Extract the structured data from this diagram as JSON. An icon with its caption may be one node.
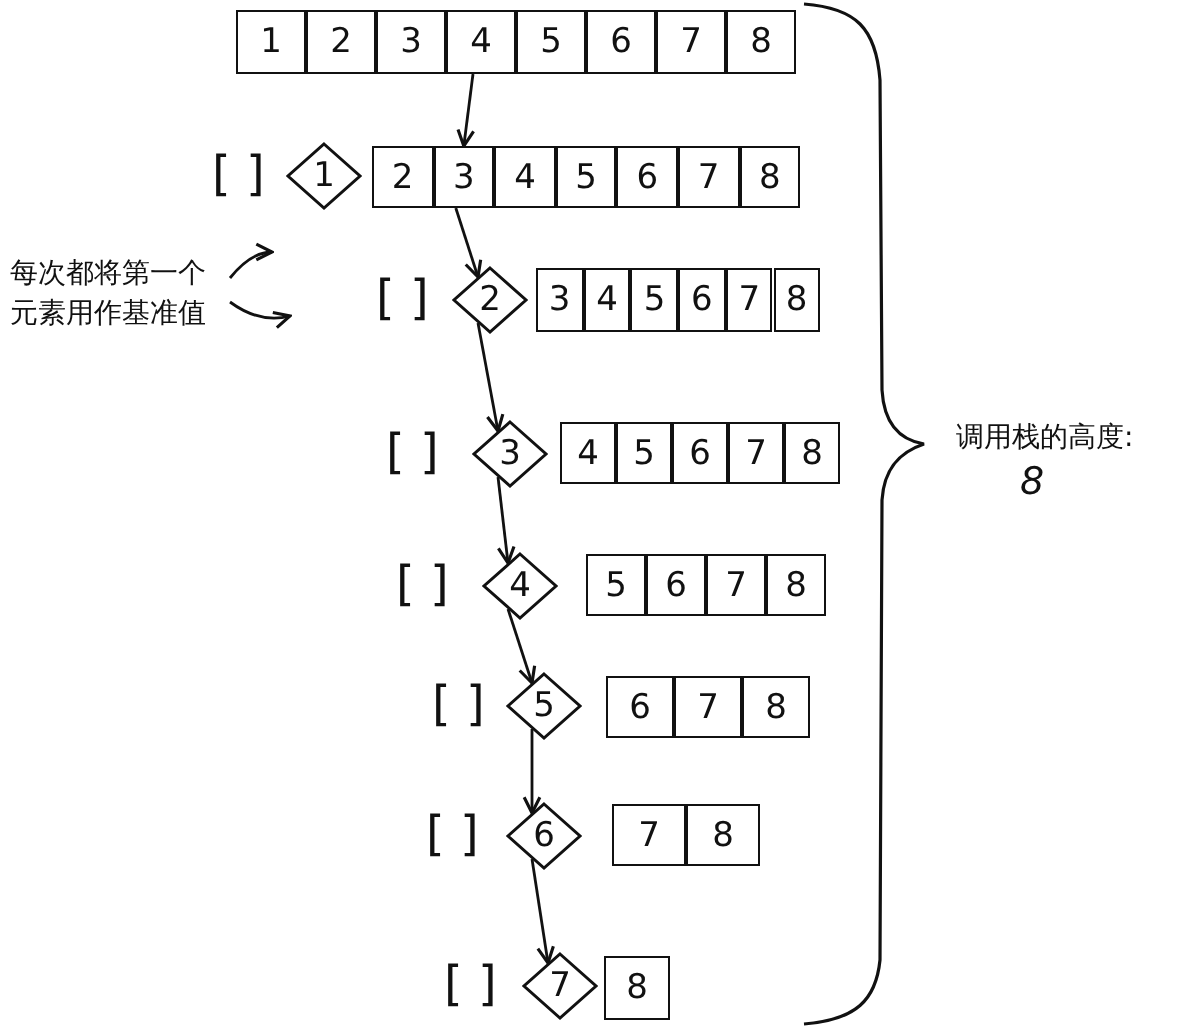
{
  "diagram": {
    "nodes": [
      {
        "text": [
          "1"
        ]
      },
      {
        "text": [
          "2"
        ]
      },
      {
        "text": [
          "3"
        ]
      },
      {
        "text": [
          "4"
        ]
      },
      {
        "text": [
          "5"
        ]
      },
      {
        "text": [
          "6"
        ]
      },
      {
        "text": [
          "7"
        ]
      },
      {
        "text": [
          "8"
        ]
      },
      {
        "text": [
          "1"
        ]
      },
      {
        "text": [
          "2"
        ]
      },
      {
        "text": [
          "3"
        ]
      },
      {
        "text": [
          "4"
        ]
      },
      {
        "text": [
          "5"
        ]
      },
      {
        "text": [
          "6"
        ]
      },
      {
        "text": [
          "7"
        ]
      },
      {
        "text": [
          "8"
        ]
      },
      {
        "text": [
          "每次都将第一个元素用作基准值"
        ]
      },
      {
        "text": [
          "2"
        ]
      },
      {
        "text": [
          "3"
        ]
      },
      {
        "text": [
          "4"
        ]
      },
      {
        "text": [
          "5"
        ]
      },
      {
        "text": [
          "6"
        ]
      },
      {
        "text": [
          "7"
        ]
      },
      {
        "text": [
          "8"
        ]
      },
      {
        "text": [
          "3"
        ]
      },
      {
        "text": [
          "4"
        ]
      },
      {
        "text": [
          "5"
        ]
      },
      {
        "text": [
          "6"
        ]
      },
      {
        "text": [
          "7"
        ]
      },
      {
        "text": [
          "8"
        ]
      },
      {
        "text": [
          "4"
        ]
      },
      {
        "text": [
          "5"
        ]
      },
      {
        "text": [
          "6"
        ]
      },
      {
        "text": [
          "7"
        ]
      },
      {
        "text": [
          "8"
        ]
      },
      {
        "text": [
          "5"
        ]
      },
      {
        "text": [
          "6"
        ]
      },
      {
        "text": [
          "7"
        ]
      },
      {
        "text": [
          "8"
        ]
      },
      {
        "text": [
          "6"
        ]
      },
      {
        "text": [
          "7"
        ]
      },
      {
        "text": [
          "8"
        ]
      },
      {
        "text": [
          "7"
        ]
      },
      {
        "text": [
          "8"
        ]
      }
    ],
    "edges": [
      {
        "from": 3,
        "to": 10,
        "arrow": "to"
      },
      {
        "from": 10,
        "to": 17,
        "arrow": "to"
      },
      {
        "from": 17,
        "to": 24,
        "arrow": "to"
      },
      {
        "from": 24,
        "to": 30,
        "arrow": "to"
      },
      {
        "from": 30,
        "to": 35,
        "arrow": "to"
      },
      {
        "from": 35,
        "to": 39,
        "arrow": "to"
      },
      {
        "from": 39,
        "to": 42,
        "arrow": "to"
      },
      {
        "from": 16,
        "to": null,
        "arrow": "to"
      },
      {
        "from": 16,
        "to": null,
        "arrow": "to"
      }
    ],
    "labels": [
      "[ ]",
      "[ ]",
      "[ ]",
      "[ ]",
      "调用栈的高度:",
      "8",
      "[ ]",
      "[ ]",
      "[ ]"
    ]
  }
}
